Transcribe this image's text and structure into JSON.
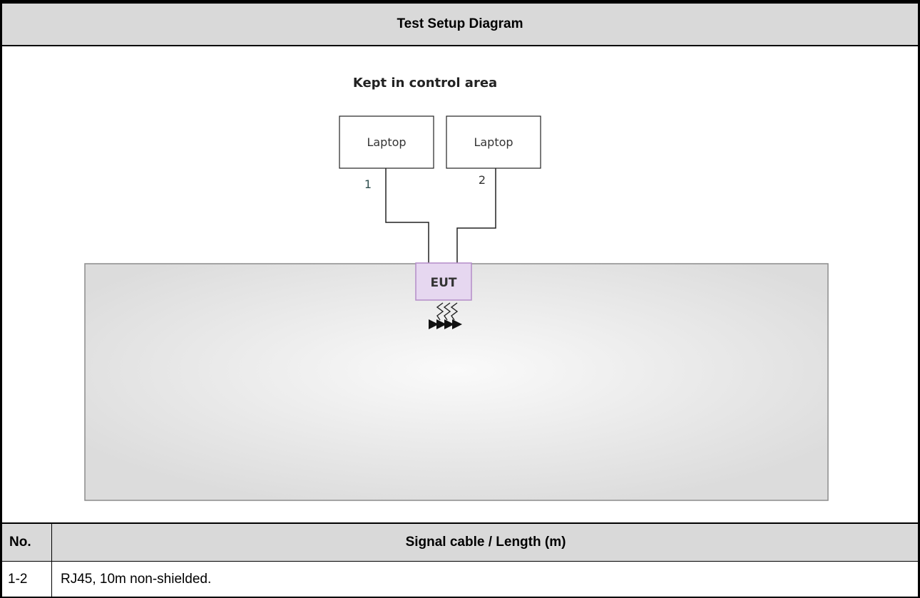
{
  "header": {
    "title": "Test Setup Diagram"
  },
  "diagram": {
    "area_label": "Kept in control area",
    "laptops": [
      {
        "label": "Laptop",
        "port": "1"
      },
      {
        "label": "Laptop",
        "port": "2"
      }
    ],
    "eut_label": "EUT",
    "colors": {
      "eut_fill": "#e6d7f0",
      "eut_border": "#b48cc8",
      "table_fill": "#ececec"
    }
  },
  "table": {
    "headers": {
      "no": "No.",
      "signal": "Signal cable / Length (m)"
    },
    "rows": [
      {
        "no": "1-2",
        "desc": "RJ45, 10m non-shielded."
      }
    ]
  }
}
